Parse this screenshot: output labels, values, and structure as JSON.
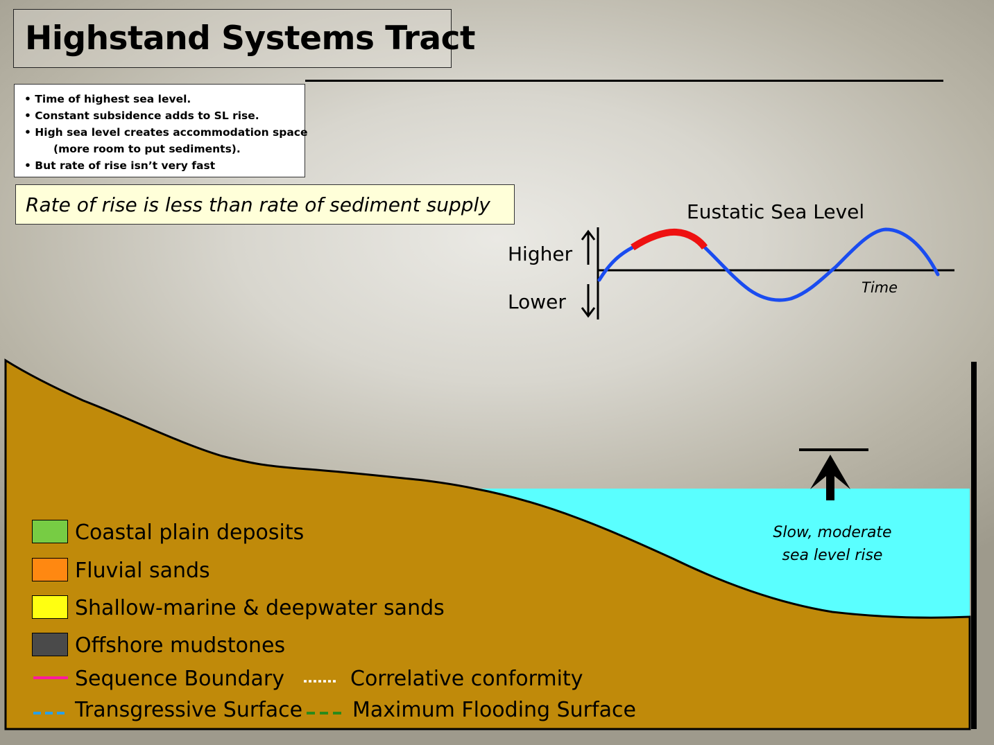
{
  "title": "Highstand Systems Tract",
  "bullets": [
    "•  Time of highest sea level.",
    "• Constant subsidence adds to SL rise.",
    "•  High sea level creates accommodation space",
    "(more room to put sediments).",
    "• But rate of rise isn’t very fast"
  ],
  "callout": "Rate of rise is less than rate of sediment supply",
  "sea_level_chart": {
    "title": "Eustatic  Sea Level",
    "higher_label": "Higher",
    "lower_label": "Lower",
    "time_label": "Time",
    "curve_color": "#1a4cf0",
    "highlight_color": "#ee1111"
  },
  "cross_section": {
    "rise_label_line1": "Slow, moderate",
    "rise_label_line2": "sea level rise",
    "land_color": "#c08a0a",
    "water_color": "#5affff"
  },
  "legend": {
    "areas": [
      {
        "label": "Coastal plain deposits",
        "color": "#77cc44"
      },
      {
        "label": "Fluvial sands",
        "color": "#ff8811"
      },
      {
        "label": "Shallow-marine & deepwater sands",
        "color": "#ffff11"
      },
      {
        "label": "Offshore mudstones",
        "color": "#4a4a4a"
      }
    ],
    "lines": {
      "sequence_boundary": {
        "label": "Sequence Boundary",
        "color": "#ff1aa0"
      },
      "correlative_conformity": {
        "label": "Correlative conformity",
        "color": "#ffffff"
      },
      "transgressive_surface": {
        "label": "Transgressive Surface",
        "color": "#2aa0e6"
      },
      "maximum_flooding_surface": {
        "label": "Maximum Flooding Surface",
        "color": "#2a8a1a"
      }
    }
  }
}
